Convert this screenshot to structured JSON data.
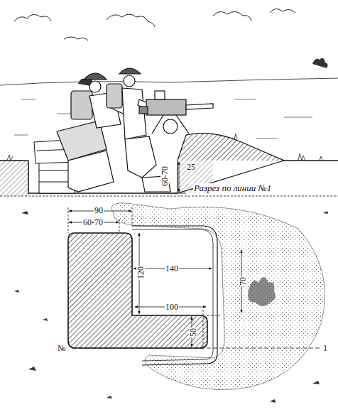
{
  "diagram": {
    "labels": [
      "60-70",
      "25",
      "Разрез по линии №1",
      "90",
      "60-70",
      "140",
      "120",
      "100",
      "70",
      "50",
      "№",
      "1"
    ]
  }
}
